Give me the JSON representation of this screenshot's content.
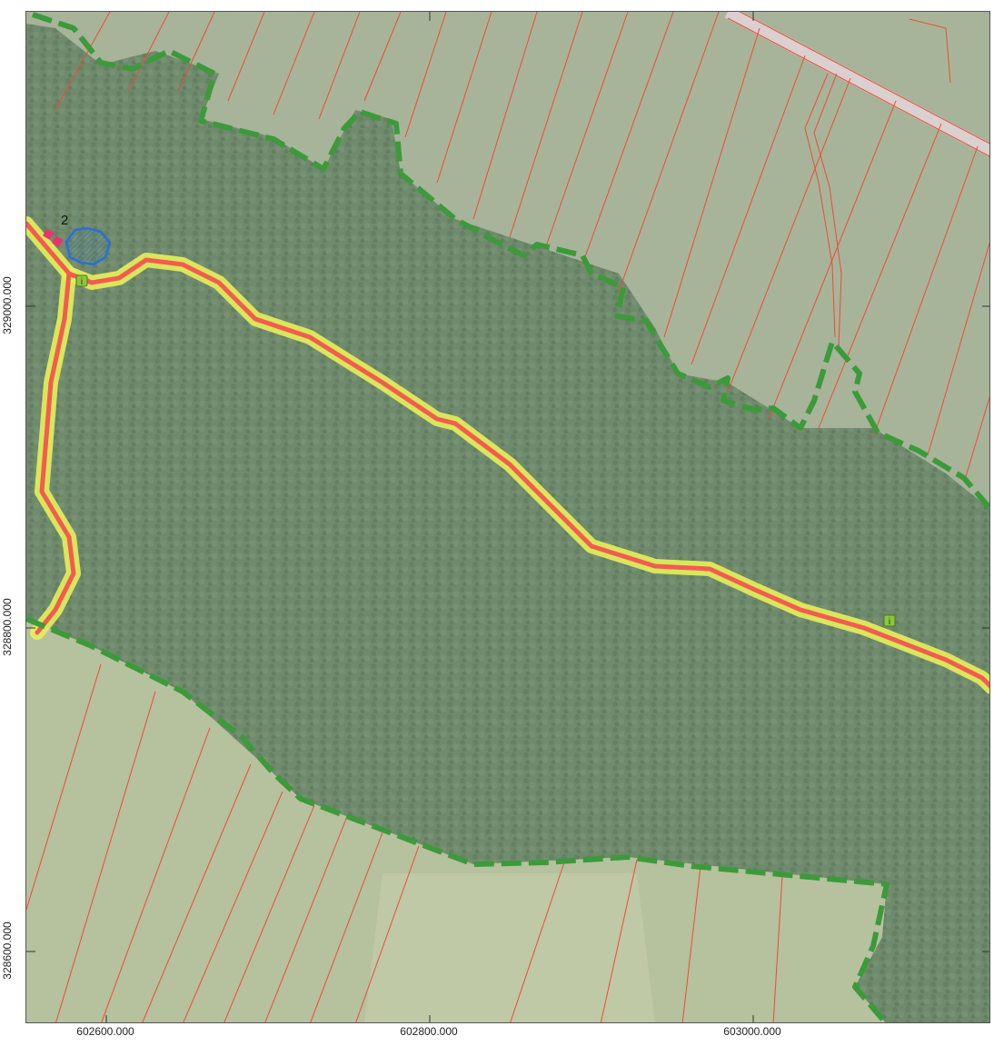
{
  "map": {
    "label_marker": "2",
    "info_icon_glyph": "i",
    "colors": {
      "forest": "#6f8a6c",
      "field": "#b6c19d",
      "road_core": "#f25c4f",
      "road_buffer": "#e6ef5a",
      "boundary": "#3c9a3a",
      "parcel": "#ef4a34",
      "pond": "#2a6fd6",
      "marker": "#e8336a",
      "info": "#8cc63f"
    },
    "x_ticks": [
      "602600.000",
      "602800.000",
      "603000.000"
    ],
    "y_ticks": [
      "329000.000",
      "328800.000",
      "328600.000"
    ]
  }
}
